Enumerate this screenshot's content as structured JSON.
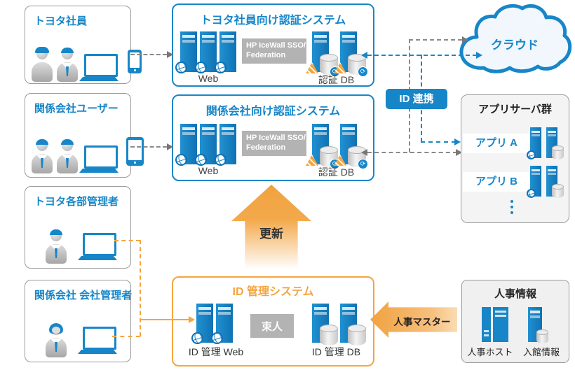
{
  "colors": {
    "accent_blue": "#1786c8",
    "accent_orange": "#f5a53f",
    "box_border_gray": "#9a9a9a",
    "chip_gray": "#b3b3b3"
  },
  "actors": [
    {
      "label": "トヨタ社員"
    },
    {
      "label": "関係会社ユーザー"
    },
    {
      "label": "トヨタ各部管理者"
    },
    {
      "label": "関係会社 会社管理者"
    }
  ],
  "auth_systems": [
    {
      "title": "トヨタ社員向け認証システム",
      "web_label": "Web",
      "middleware_line1": "HP IceWall SSO/",
      "middleware_line2": "Federation",
      "db_label": "認証 DB"
    },
    {
      "title": "関係会社向け認証システム",
      "web_label": "Web",
      "middleware_line1": "HP IceWall SSO/",
      "middleware_line2": "Federation",
      "db_label": "認証 DB"
    }
  ],
  "cloud": {
    "label": "クラウド"
  },
  "id_federation": {
    "label": "ID 連携"
  },
  "app_servers": {
    "title": "アプリサーバ群",
    "apps": [
      {
        "label": "アプリ A"
      },
      {
        "label": "アプリ B"
      }
    ]
  },
  "id_management": {
    "title": "ID 管理システム",
    "web_label": "ID 管理 Web",
    "middleware": "束人",
    "db_label": "ID 管理 DB"
  },
  "flows": {
    "update_label": "更新",
    "hr_master_label": "人事マスター"
  },
  "hr_info": {
    "title": "人事情報",
    "host_label": "人事ホスト",
    "entry_label": "入館情報"
  }
}
